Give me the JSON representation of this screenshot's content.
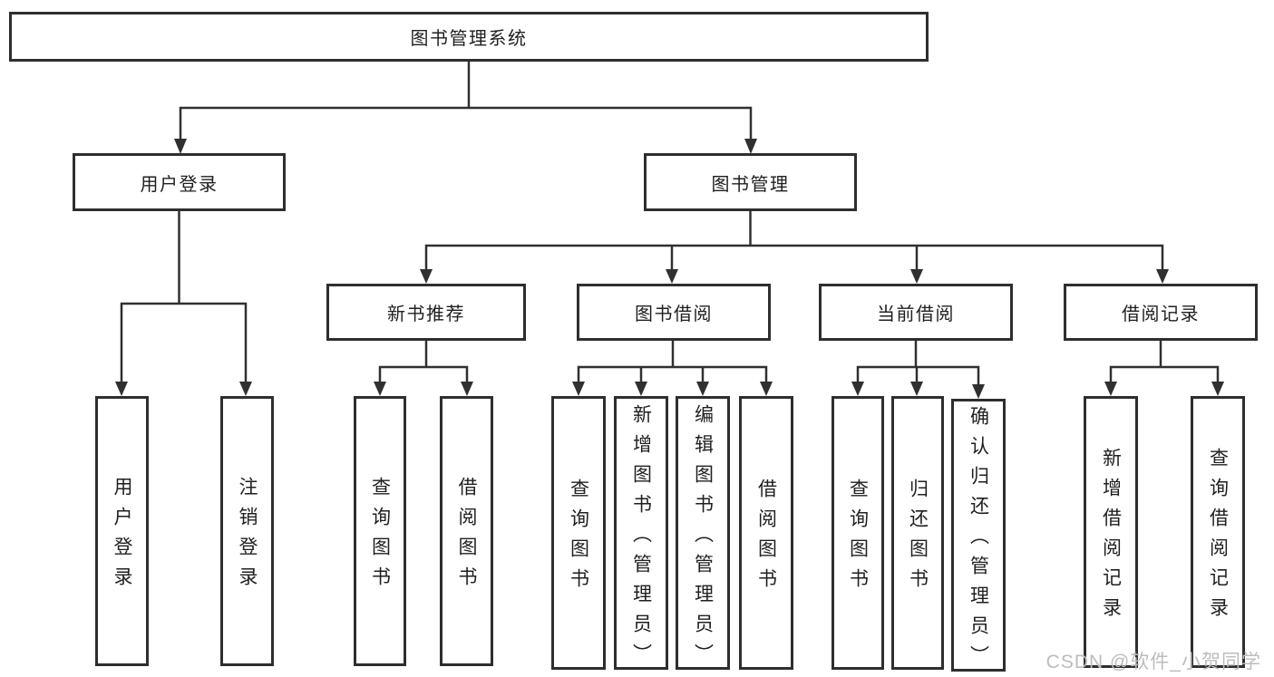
{
  "diagram": {
    "root": {
      "label": "图书管理系统",
      "children": [
        {
          "label": "用户登录",
          "children": [
            {
              "label": "用户登录"
            },
            {
              "label": "注销登录"
            }
          ]
        },
        {
          "label": "图书管理",
          "children": [
            {
              "label": "新书推荐",
              "children": [
                {
                  "label": "查询图书"
                },
                {
                  "label": "借阅图书"
                }
              ]
            },
            {
              "label": "图书借阅",
              "children": [
                {
                  "label": "查询图书"
                },
                {
                  "label": "新增图书（管理员）"
                },
                {
                  "label": "编辑图书（管理员）"
                },
                {
                  "label": "借阅图书"
                }
              ]
            },
            {
              "label": "当前借阅",
              "children": [
                {
                  "label": "查询图书"
                },
                {
                  "label": "归还图书"
                },
                {
                  "label": "确认归还（管理员）"
                }
              ]
            },
            {
              "label": "借阅记录",
              "children": [
                {
                  "label": "新增借阅记录"
                },
                {
                  "label": "查询借阅记录"
                }
              ]
            }
          ]
        }
      ]
    }
  },
  "watermark": {
    "text": "CSDN @软件_小贺同学"
  },
  "colors": {
    "line": "#303030",
    "text": "#1f1f1f",
    "watermark_gray": "#bcbcbc",
    "background": "#ffffff"
  }
}
